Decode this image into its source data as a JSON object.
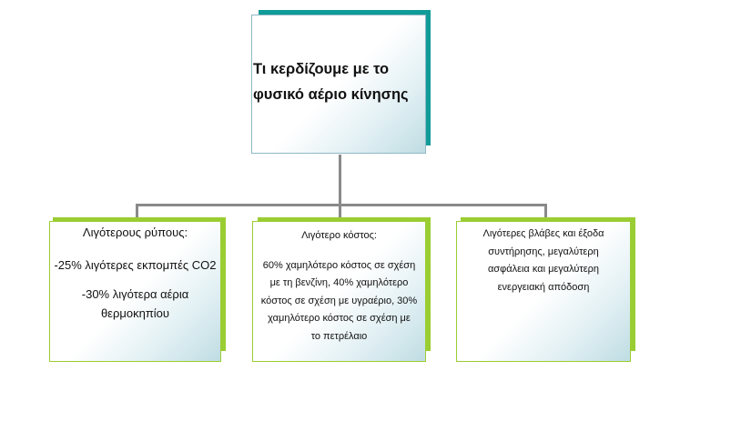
{
  "root": {
    "lines": [
      "Τι κερδίζουμε με το",
      "φυσικό αέριο κίνησης"
    ]
  },
  "children": [
    {
      "title": "Λιγότερους ρύπους:",
      "lines": [
        "-25% λιγότερες εκπομπές CO2",
        "-30% λιγότερα αέρια",
        "θερμοκηπίου"
      ]
    },
    {
      "title": "Λιγότερο κόστος:",
      "lines": [
        "60% χαμηλότερο κόστος σε σχέση",
        "με τη βενζίνη, 40% χαμηλότερο",
        "κόστος σε σχέση με υγραέριο, 30%",
        "χαμηλότερο κόστος σε σχέση με",
        "το πετρέλαιο"
      ]
    },
    {
      "title": "",
      "lines": [
        "Λιγότερες βλάβες και έξοδα",
        "συντήρησης,  μεγαλύτερη",
        "ασφάλεια  και μεγαλύτερη",
        "ενεργειακή απόδοση"
      ]
    }
  ],
  "colors": {
    "root_accent": "#0f9b98",
    "child_accent": "#9acd32",
    "connector": "#8a8a8a"
  }
}
